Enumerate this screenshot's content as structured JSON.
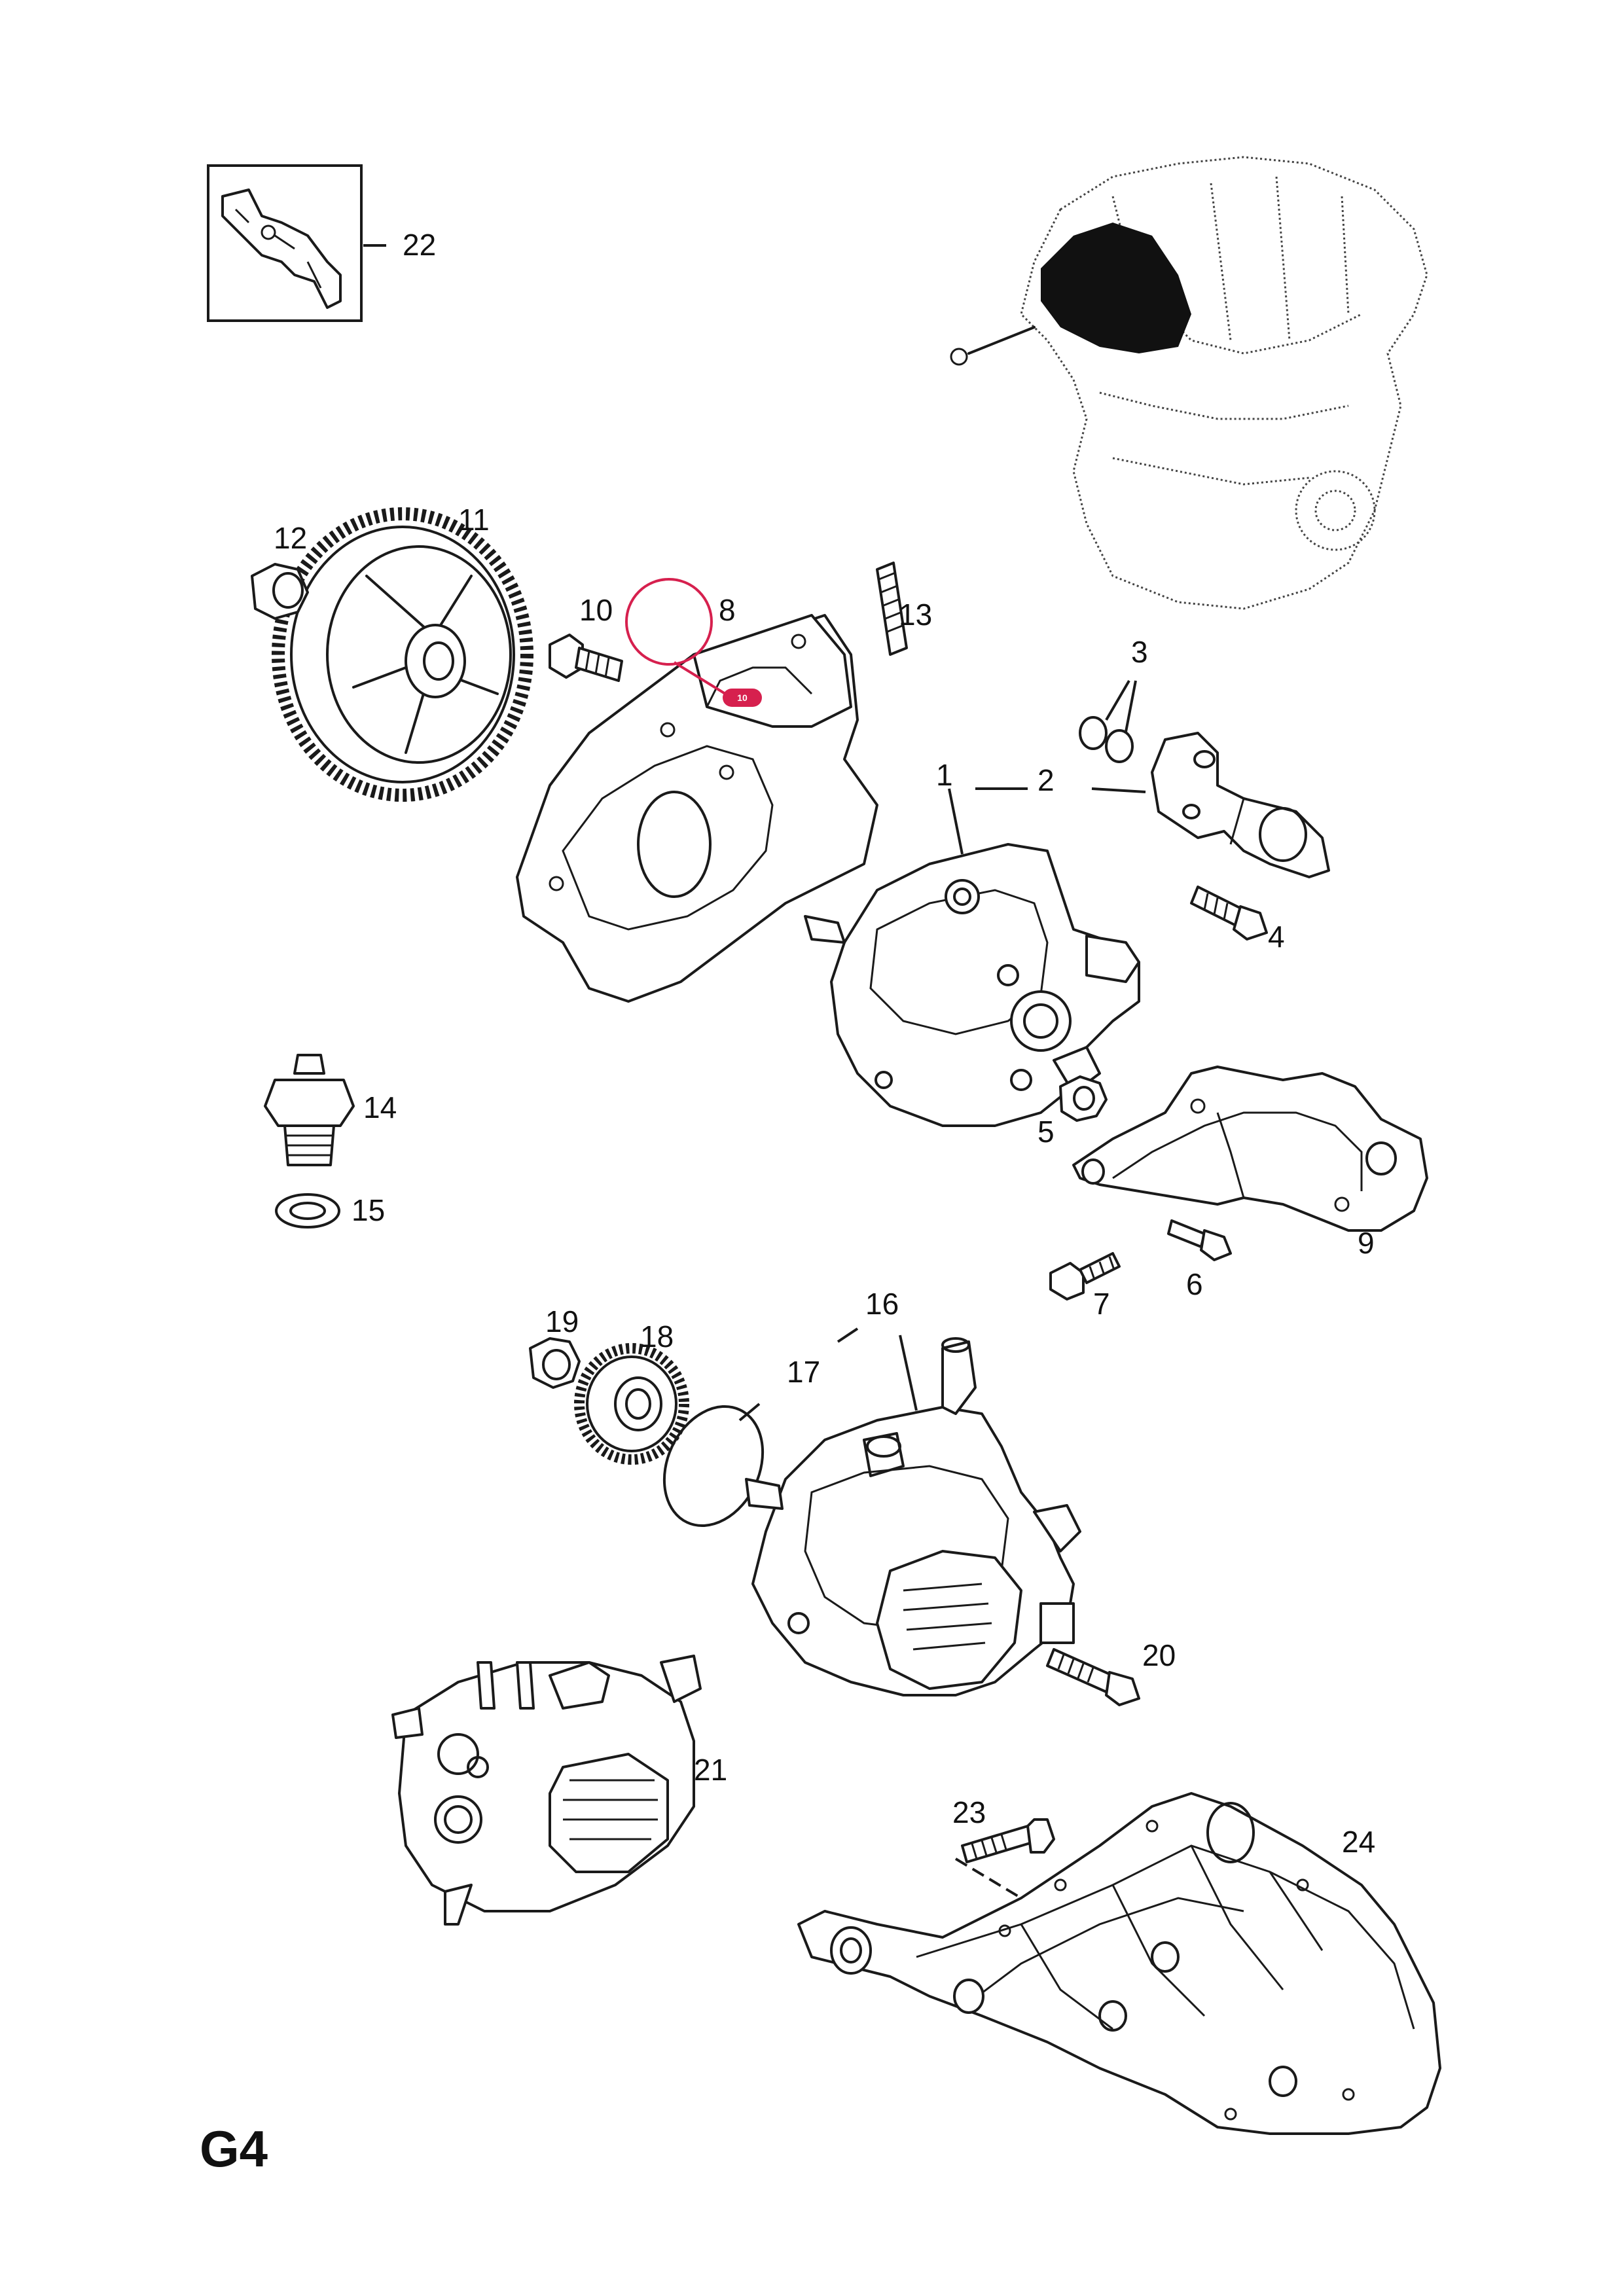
{
  "page_code": "G4",
  "callouts": [
    {
      "id": "1",
      "label": "1"
    },
    {
      "id": "2",
      "label": "2"
    },
    {
      "id": "3",
      "label": "3"
    },
    {
      "id": "4",
      "label": "4"
    },
    {
      "id": "5",
      "label": "5"
    },
    {
      "id": "6",
      "label": "6"
    },
    {
      "id": "7",
      "label": "7"
    },
    {
      "id": "8",
      "label": "8"
    },
    {
      "id": "9",
      "label": "9"
    },
    {
      "id": "10",
      "label": "10"
    },
    {
      "id": "11",
      "label": "11"
    },
    {
      "id": "12",
      "label": "12"
    },
    {
      "id": "13",
      "label": "13"
    },
    {
      "id": "14",
      "label": "14"
    },
    {
      "id": "15",
      "label": "15"
    },
    {
      "id": "16",
      "label": "16"
    },
    {
      "id": "17",
      "label": "17"
    },
    {
      "id": "18",
      "label": "18"
    },
    {
      "id": "19",
      "label": "19"
    },
    {
      "id": "20",
      "label": "20"
    },
    {
      "id": "21",
      "label": "21"
    },
    {
      "id": "22",
      "label": "22"
    },
    {
      "id": "23",
      "label": "23"
    },
    {
      "id": "24",
      "label": "24"
    }
  ],
  "highlight": {
    "label": "10",
    "color": "#d6204e"
  },
  "colors": {
    "line": "#1a1a1a",
    "accent": "#d6204e"
  }
}
